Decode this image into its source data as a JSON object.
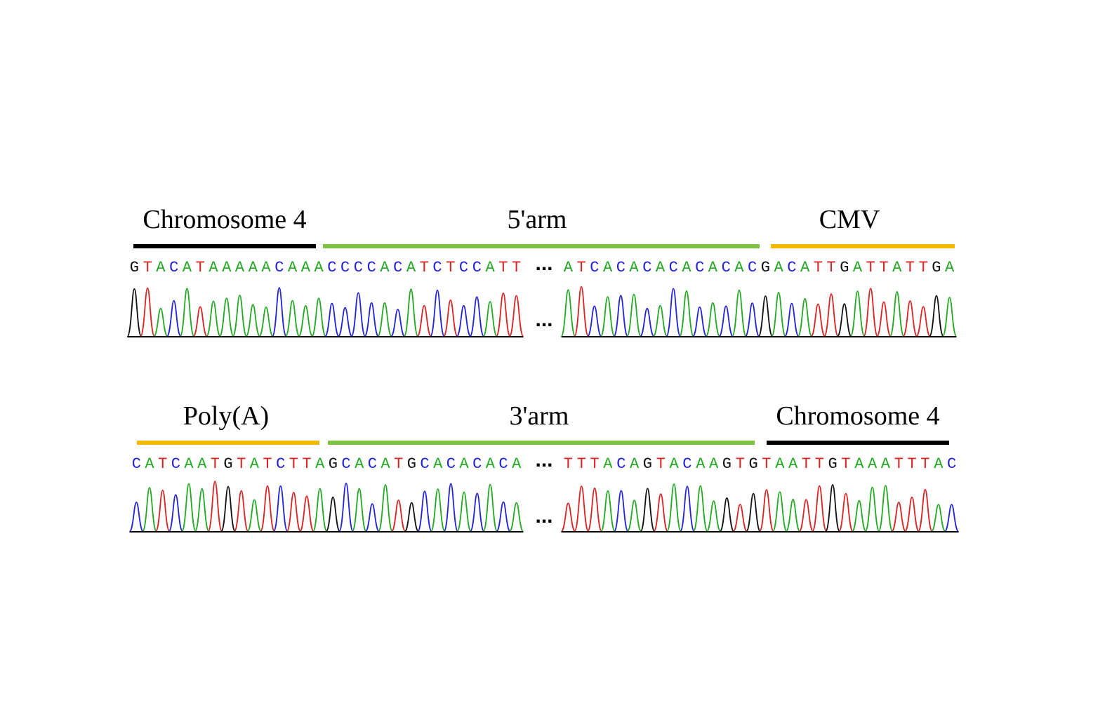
{
  "colors": {
    "A": "#22aa22",
    "C": "#2222dd",
    "G": "#111111",
    "T": "#dd2222",
    "black_bar": "#000000",
    "green_bar": "#7dc242",
    "orange_bar": "#f5b800"
  },
  "ellipsis": "...",
  "rows": [
    {
      "labels": [
        "Chromosome 4",
        "5'arm",
        "CMV"
      ],
      "bar_colors": [
        "black",
        "green",
        "orange"
      ],
      "left_seq": "GTACATAAAAACAAACCCCACATCTCCATT",
      "right_seq": "ATCACACACACACACGACATTGATTATTGA"
    },
    {
      "labels": [
        "Poly(A)",
        "3'arm",
        "Chromosome 4"
      ],
      "bar_colors": [
        "orange",
        "green",
        "black"
      ],
      "left_seq": "CATCAATGTATCTTAGCACATGCACACACA",
      "right_seq": "TTTACAGTACAAGTGTAATTGTAAATTTAC"
    }
  ]
}
